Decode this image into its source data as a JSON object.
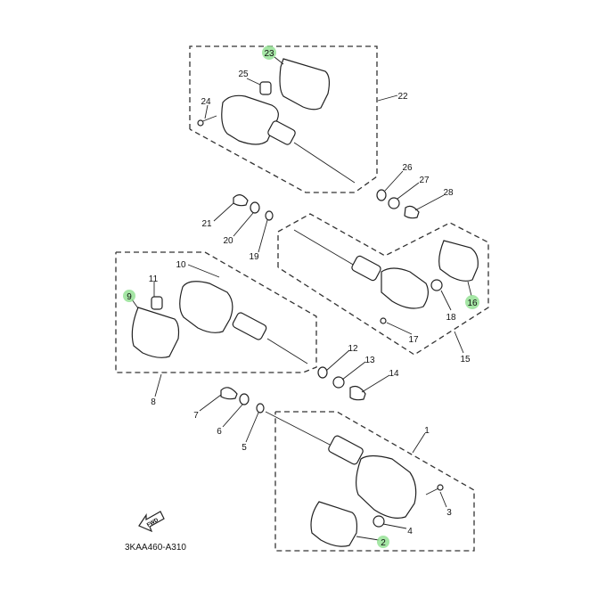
{
  "diagram": {
    "title_code": "3KAA460-A310",
    "fwd_label": "FWD",
    "highlight_color": "#8fe08f",
    "labels": [
      "1",
      "2",
      "3",
      "4",
      "5",
      "6",
      "7",
      "8",
      "9",
      "10",
      "11",
      "12",
      "13",
      "14",
      "15",
      "16",
      "17",
      "18",
      "19",
      "20",
      "21",
      "22",
      "23",
      "24",
      "25",
      "26",
      "27",
      "28"
    ],
    "highlighted": [
      "2",
      "9",
      "16",
      "23"
    ]
  }
}
